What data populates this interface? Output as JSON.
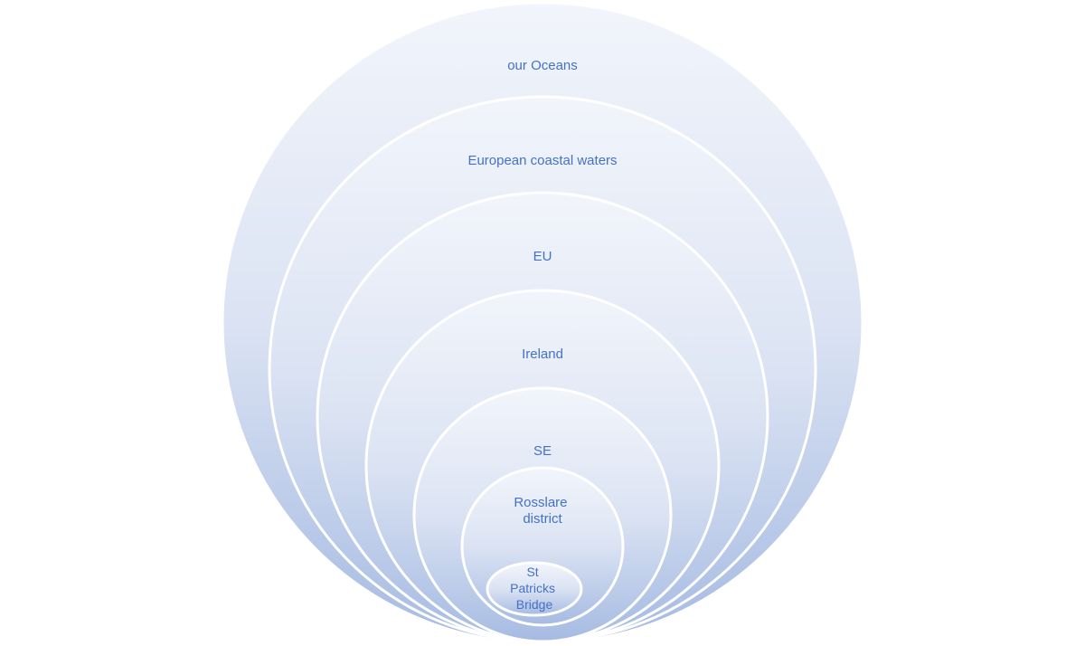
{
  "diagram": {
    "type": "nested-circles",
    "levels": [
      {
        "label": "our Oceans"
      },
      {
        "label": "European coastal waters"
      },
      {
        "label": "EU"
      },
      {
        "label": "Ireland"
      },
      {
        "label": "SE"
      },
      {
        "label_lines": [
          "Rosslare",
          "district"
        ]
      },
      {
        "label_lines": [
          "St",
          "Patricks",
          "Bridge"
        ]
      }
    ],
    "colors": {
      "fill_top": "#f1f4fa",
      "fill_bottom": "#a7bce2",
      "stroke": "#ffffff",
      "text": "#4472c4"
    }
  }
}
